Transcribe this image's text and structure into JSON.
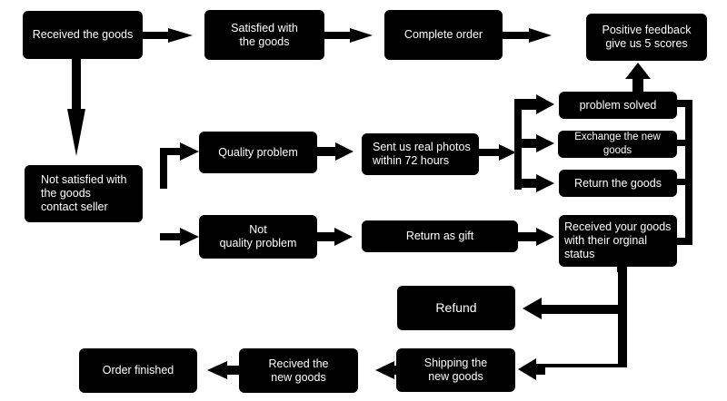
{
  "nodes": {
    "received_goods": "Received the goods",
    "satisfied": "Satisfied with\nthe goods",
    "complete_order": "Complete order",
    "positive_feedback": "Positive feedback\ngive us  5 scores",
    "not_satisfied": "Not satisfied with\nthe goods\ncontact seller",
    "quality_problem": "Quality problem",
    "not_quality_problem": "Not\nquality problem",
    "send_photos": "Sent us real photos\nwithin 72 hours",
    "return_gift": "Return as gift",
    "problem_solved": "problem solved",
    "exchange_goods": "Exchange the new goods",
    "return_goods": "Return the goods",
    "received_original": "Received your goods\nwith their orginal\nstatus",
    "refund": "Refund",
    "shipping_new": "Shipping the\nnew goods",
    "received_new": "Recived the\nnew goods",
    "order_finished": "Order finished"
  },
  "colors": {
    "node_fill": "#000000",
    "node_text": "#ffffff",
    "background": "#ffffff",
    "connector": "#000000"
  }
}
